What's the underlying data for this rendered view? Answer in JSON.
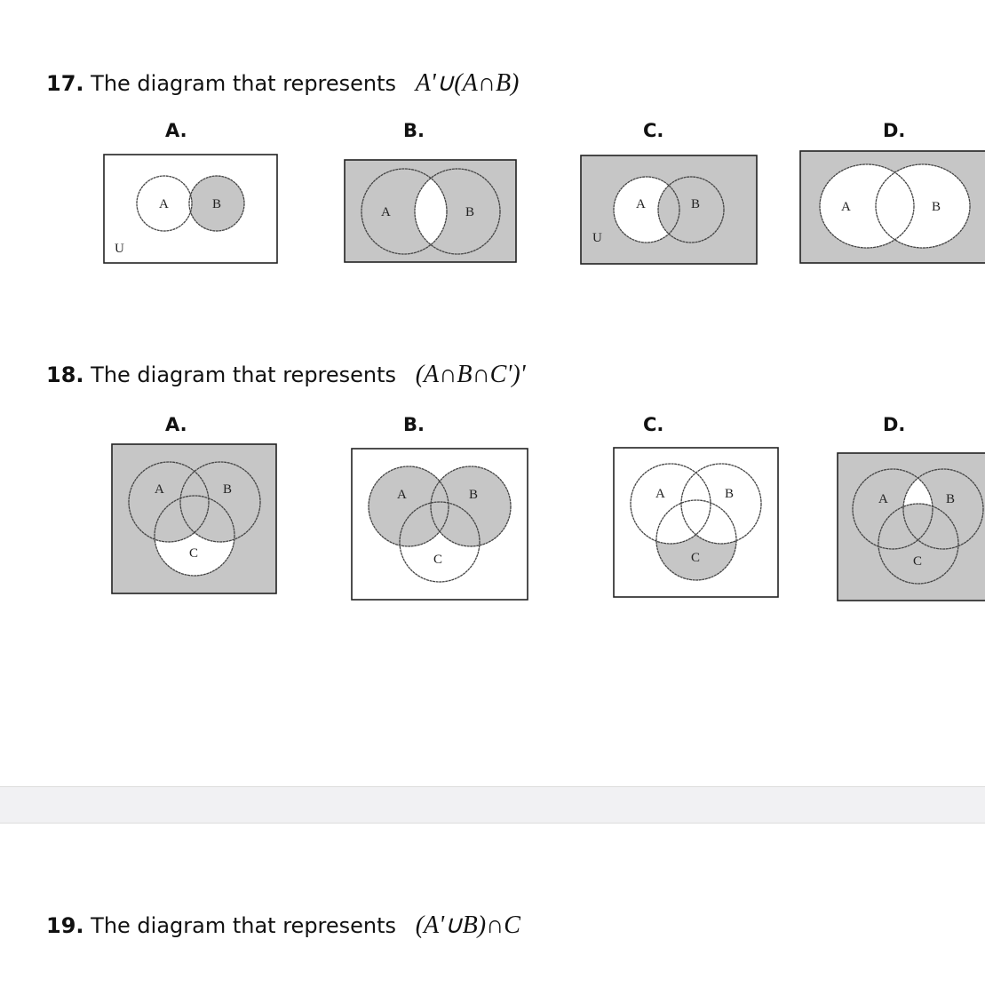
{
  "questions": [
    {
      "number": "17.",
      "text": "The diagram that represents",
      "expression": "A'∪(A∩B)",
      "options": [
        "A.",
        "B.",
        "C.",
        "D."
      ]
    },
    {
      "number": "18.",
      "text": "The diagram that represents",
      "expression": "(A∩B∩C')'",
      "options": [
        "A.",
        "B.",
        "C.",
        "D."
      ]
    },
    {
      "number": "19.",
      "text": "The diagram that represents",
      "expression": "(A'∪B)∩C"
    }
  ],
  "set_labels": {
    "a": "A",
    "b": "B",
    "c": "C",
    "u": "U"
  },
  "colors": {
    "shade": "#c6c6c6",
    "separator": "#f1f1f3"
  }
}
